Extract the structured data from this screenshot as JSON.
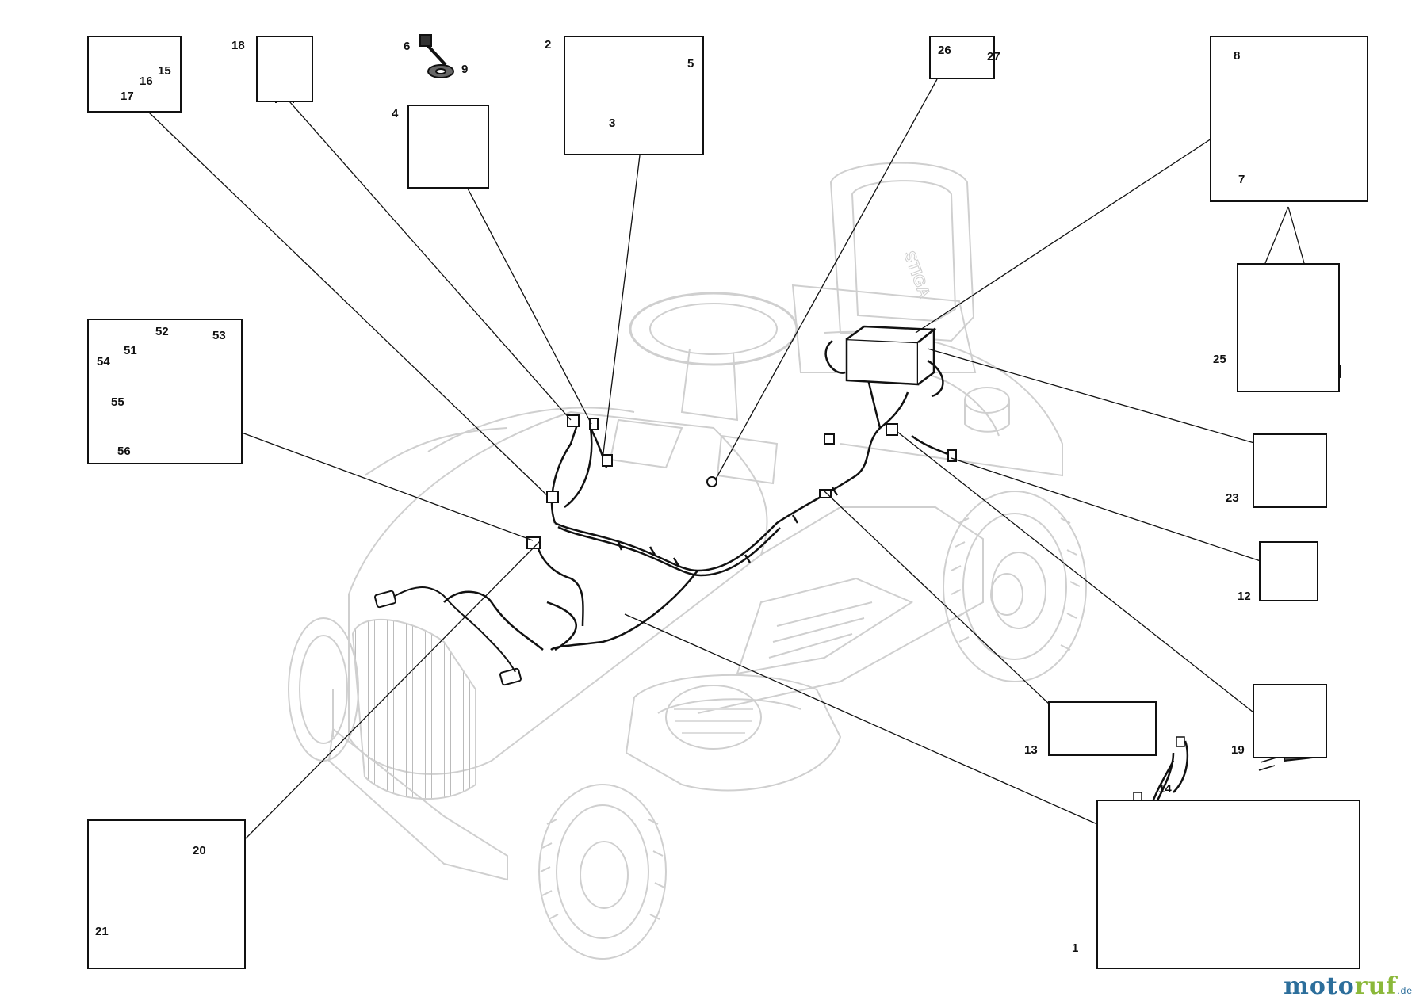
{
  "callouts": {
    "n1": "1",
    "n2": "2",
    "n3": "3",
    "n4": "4",
    "n5": "5",
    "n6": "6",
    "n7": "7",
    "n8": "8",
    "n9": "9",
    "n12": "12",
    "n13": "13",
    "n14": "14",
    "n15": "15",
    "n16": "16",
    "n17": "17",
    "n18": "18",
    "n19": "19",
    "n20": "20",
    "n21": "21",
    "n23": "23",
    "n25": "25",
    "n26": "26",
    "n27": "27",
    "n51": "51",
    "n52": "52",
    "n53": "53",
    "n54": "54",
    "n55": "55",
    "n56": "56"
  },
  "mower_logo": "STIGA",
  "brand": {
    "part1": "moto",
    "part2": "ruf",
    "suffix": ".de"
  },
  "colors": {
    "line": "#111111",
    "ghost": "#cfcfcf",
    "brand_blue": "#2c6e9b",
    "brand_green": "#8bb83a"
  }
}
